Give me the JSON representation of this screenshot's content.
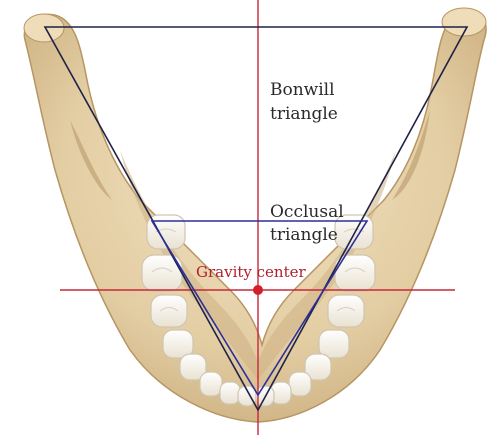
{
  "labels": {
    "bonwill_line1": "Bonwill",
    "bonwill_line2": "triangle",
    "occlusal_line1": "Occlusal",
    "occlusal_line2": "triangle",
    "gravity": "Gravity center"
  },
  "colors": {
    "background": "#ffffff",
    "bone": "#e7d3ae",
    "bone_shadow": "#c9ae7f",
    "bone_dark": "#a98b5d",
    "tooth": "#f7f3ea",
    "tooth_edge": "#d8cfbd",
    "bonwill_line": "#1f2347",
    "occlusal_line": "#2e2f9a",
    "axis_line": "#c8283a",
    "gravity_point": "#d41f2c",
    "label_text": "#2a2a2a",
    "gravity_text": "#b2202c"
  }
}
